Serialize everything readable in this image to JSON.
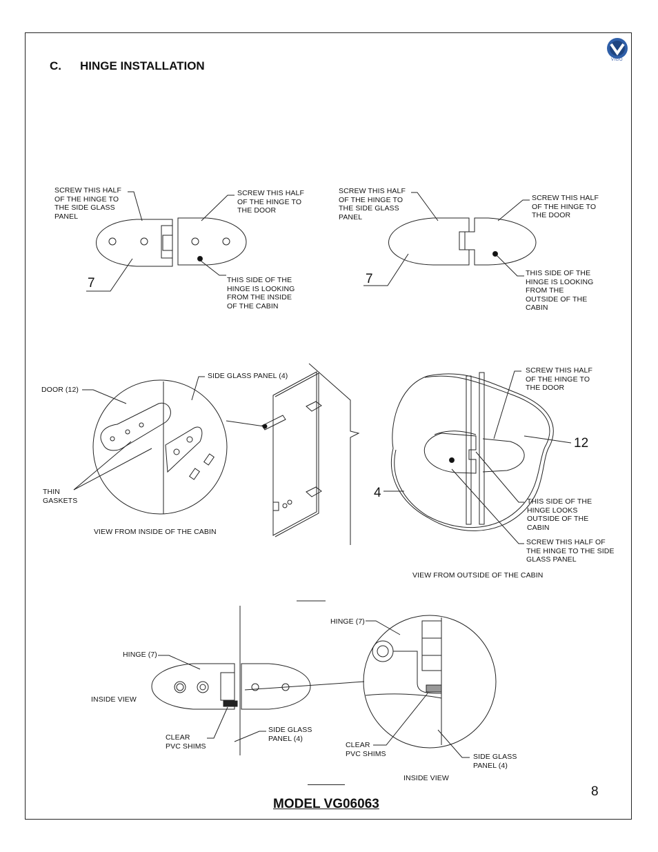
{
  "section": {
    "letter": "C.",
    "title": "HINGE INSTALLATION"
  },
  "logo": {
    "text": "VIGO",
    "color": "#2f5fa8"
  },
  "diagram1": {
    "left_half": "SCREW THIS HALF\nOF THE HINGE TO\nTHE SIDE GLASS\nPANEL",
    "right_half": "SCREW THIS HALF\nOF THE HINGE TO\nTHE DOOR",
    "side_note": "THIS SIDE OF THE\nHINGE IS LOOKING\nFROM THE INSIDE\nOF THE CABIN",
    "part_number": "7"
  },
  "diagram2": {
    "left_half": "SCREW THIS HALF\nOF THE HINGE TO\nTHE SIDE GLASS\nPANEL",
    "right_half": "SCREW THIS HALF\nOF THE HINGE TO\nTHE DOOR",
    "side_note": "THIS SIDE OF THE\nHINGE IS LOOKING\nFROM THE\nOUTSIDE OF THE\nCABIN",
    "part_number": "7"
  },
  "diagram3": {
    "side_glass": "SIDE GLASS PANEL (4)",
    "door": "DOOR (12)",
    "gaskets": "THIN\nGASKETS",
    "caption": "VIEW FROM INSIDE OF THE CABIN"
  },
  "diagram4": {
    "door_half": "SCREW THIS HALF\nOF THE HINGE TO\nTHE DOOR",
    "part_12": "12",
    "part_4": "4",
    "looks_outside": "THIS SIDE OF THE\nHINGE LOOKS\nOUTSIDE OF THE\nCABIN",
    "glass_half": "SCREW THIS HALF OF\nTHE HINGE TO THE SIDE\nGLASS PANEL",
    "caption": "VIEW FROM OUTSIDE OF THE CABIN"
  },
  "diagram5": {
    "hinge": "HINGE (7)",
    "inside": "INSIDE VIEW",
    "shims": "CLEAR\nPVC SHIMS",
    "glass": "SIDE GLASS\nPANEL (4)"
  },
  "diagram6": {
    "hinge": "HINGE (7)",
    "shims": "CLEAR\nPVC SHIMS",
    "glass": "SIDE GLASS\nPANEL (4)",
    "caption": "INSIDE VIEW"
  },
  "footer": {
    "model": "MODEL VG06063",
    "page": "8"
  }
}
